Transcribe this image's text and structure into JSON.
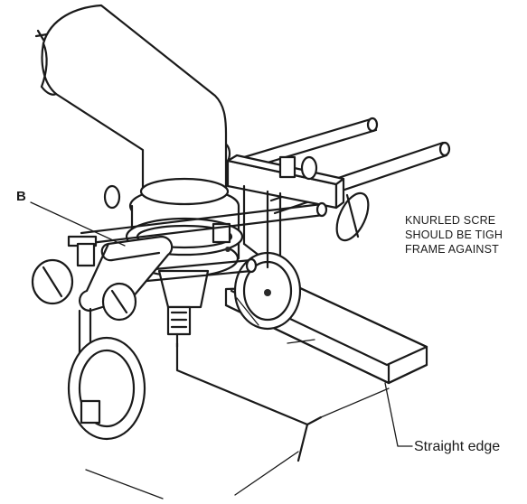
{
  "figure": {
    "callout_b": "B",
    "note_lines": [
      "KNURLED SCRE",
      "SHOULD BE TIGH",
      "FRAME AGAINST"
    ],
    "straight_edge_label": "Straight edge"
  }
}
